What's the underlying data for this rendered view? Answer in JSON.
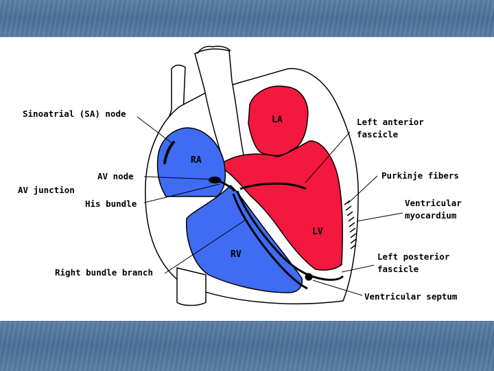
{
  "labels": {
    "sa_node": "Sinoatrial (SA) node",
    "av_node": "AV node",
    "av_junction": "AV junction",
    "his_bundle": "His bundle",
    "right_bundle_branch": "Right bundle branch",
    "left_anterior_fascicle_line1": "Left anterior",
    "left_anterior_fascicle_line2": "fascicle",
    "purkinje_fibers": "Purkinje fibers",
    "ventricular_myocardium_line1": "Ventricular",
    "ventricular_myocardium_line2": "myocardium",
    "left_posterior_fascicle_line1": "Left posterior",
    "left_posterior_fascicle_line2": "fascicle",
    "ventricular_septum": "Ventricular septum"
  },
  "chambers": {
    "ra": "RA",
    "la": "LA",
    "rv": "RV",
    "lv": "LV"
  },
  "colors": {
    "band": "#4f739c",
    "right_heart": "#3f6cf2",
    "left_heart": "#f2183e",
    "outline": "#000000",
    "background": "#ffffff"
  }
}
